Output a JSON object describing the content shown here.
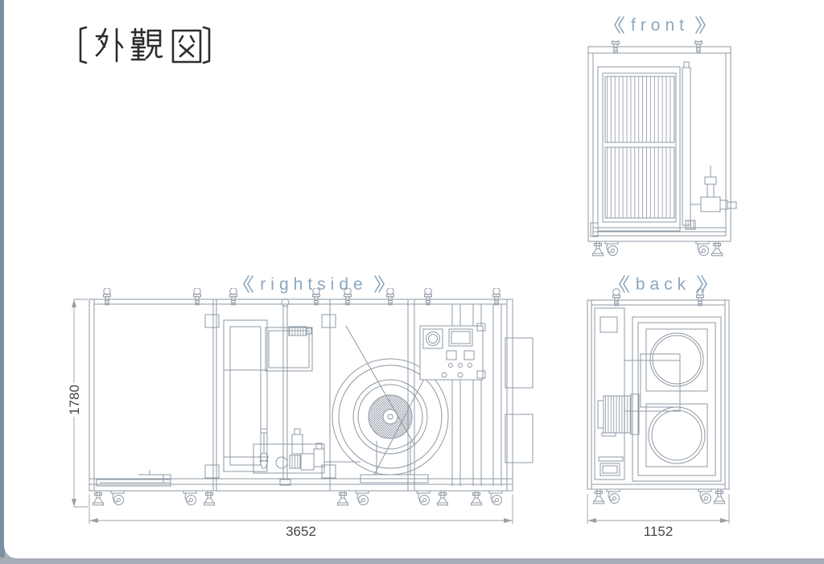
{
  "page": {
    "title": "〔外観図〕",
    "background": "#ffffff"
  },
  "views": {
    "front": {
      "label": "front",
      "label_full": "《front》"
    },
    "rightside": {
      "label": "rightside",
      "label_full": "《rightside》"
    },
    "back": {
      "label": "back",
      "label_full": "《back》"
    }
  },
  "dimensions": {
    "overall_height": "1780",
    "overall_length": "3652",
    "overall_depth": "1152"
  },
  "colors": {
    "drawing_line": "#8e98a4",
    "label_text": "#8ca7bf",
    "dimension_text": "#47474a",
    "title_color": "#2d2d2d",
    "frame_left": "#7c8ea1",
    "frame_bottom": "#a6adb6"
  }
}
